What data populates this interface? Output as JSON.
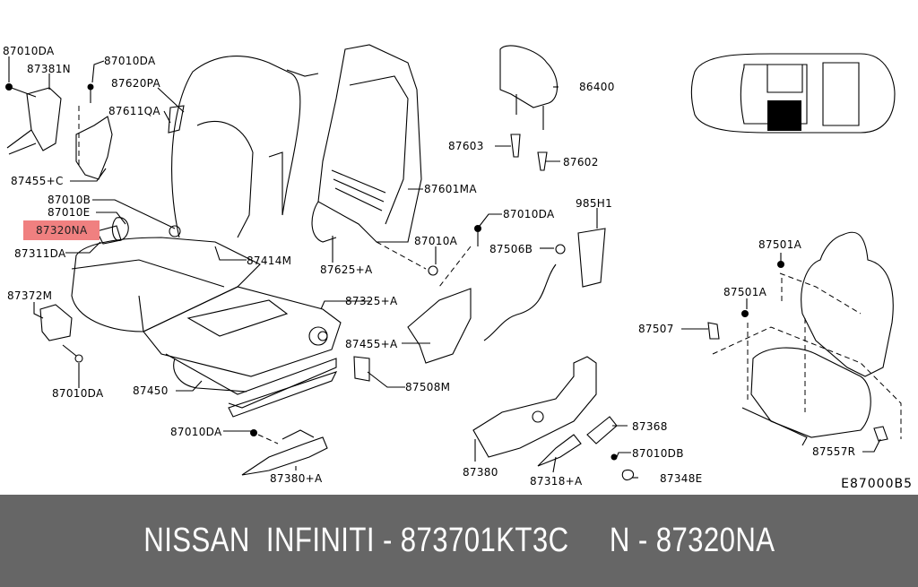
{
  "diagram": {
    "drawing_code": "E87000B5",
    "highlighted_part": "87320NA",
    "highlight_color": "#f08080",
    "labels": {
      "p87010DA_tl": "87010DA",
      "p87381N": "87381N",
      "p87010DA_t2": "87010DA",
      "p87620PA": "87620PA",
      "p87611QA": "87611QA",
      "p87455C": "87455+C",
      "p87010B": "87010B",
      "p87010E": "87010E",
      "p87320NA": "87320NA",
      "p87311DA": "87311DA",
      "p87372M": "87372M",
      "p87010DA_bl": "87010DA",
      "p87450": "87450",
      "p87414M": "87414M",
      "p87625A": "87625+A",
      "p87325A": "87325+A",
      "p87455A": "87455+A",
      "p87508M": "87508M",
      "p87010DA_b": "87010DA",
      "p87380A": "87380+A",
      "p87601MA": "87601MA",
      "p87010A": "87010A",
      "p87010DA_m": "87010DA",
      "p87506B": "87506B",
      "p985H1": "985H1",
      "p86400": "86400",
      "p87603": "87603",
      "p87602": "87602",
      "p87380": "87380",
      "p87318A": "87318+A",
      "p87368": "87368",
      "p87010DB": "87010DB",
      "p87348E": "87348E",
      "p87501A_1": "87501A",
      "p87501A_2": "87501A",
      "p87507": "87507",
      "p87557R": "87557R"
    }
  },
  "footer": {
    "text": "NISSAN  INFINITI - 873701KT3C     N - 87320NA",
    "background": "#666666"
  }
}
